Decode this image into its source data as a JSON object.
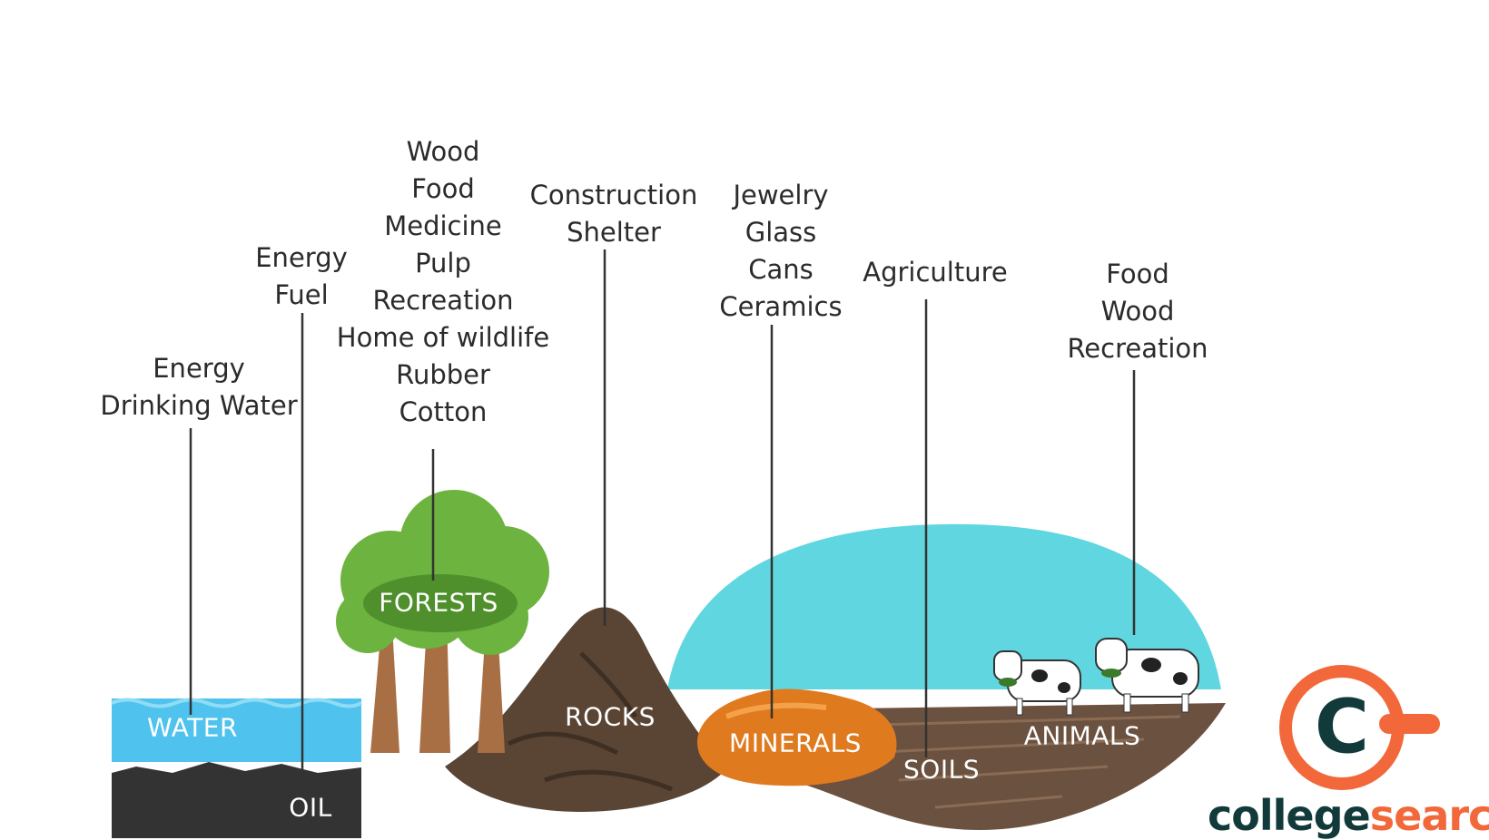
{
  "uses": {
    "water": [
      "Energy",
      "Drinking Water"
    ],
    "oil": [
      "Energy",
      "Fuel"
    ],
    "forests": [
      "Wood",
      "Food",
      "Medicine",
      "Pulp",
      "Recreation",
      "Home of wildlife",
      "Rubber",
      "Cotton"
    ],
    "rocks": [
      "Construction",
      "Shelter"
    ],
    "minerals": [
      "Jewelry",
      "Glass",
      "Cans",
      "Ceramics"
    ],
    "soils": [
      "Agriculture"
    ],
    "animals": [
      "Food",
      "Wood",
      "Recreation"
    ]
  },
  "resources": {
    "water": "WATER",
    "oil": "OIL",
    "forests": "FORESTS",
    "rocks": "ROCKS",
    "minerals": "MINERALS",
    "soils": "SOILS",
    "animals": "ANIMALS"
  },
  "brand": {
    "part1": "college",
    "part2": "search",
    "logo_letter": "C"
  },
  "colors": {
    "water": "#4fc3ee",
    "oil": "#333333",
    "sky": "#5fd6e0",
    "tree": "#6db33f",
    "rock": "#5a4535",
    "minerals": "#e07a1f",
    "soil": "#6b5140",
    "brand_orange": "#f2683a",
    "brand_dark": "#123a3a"
  }
}
